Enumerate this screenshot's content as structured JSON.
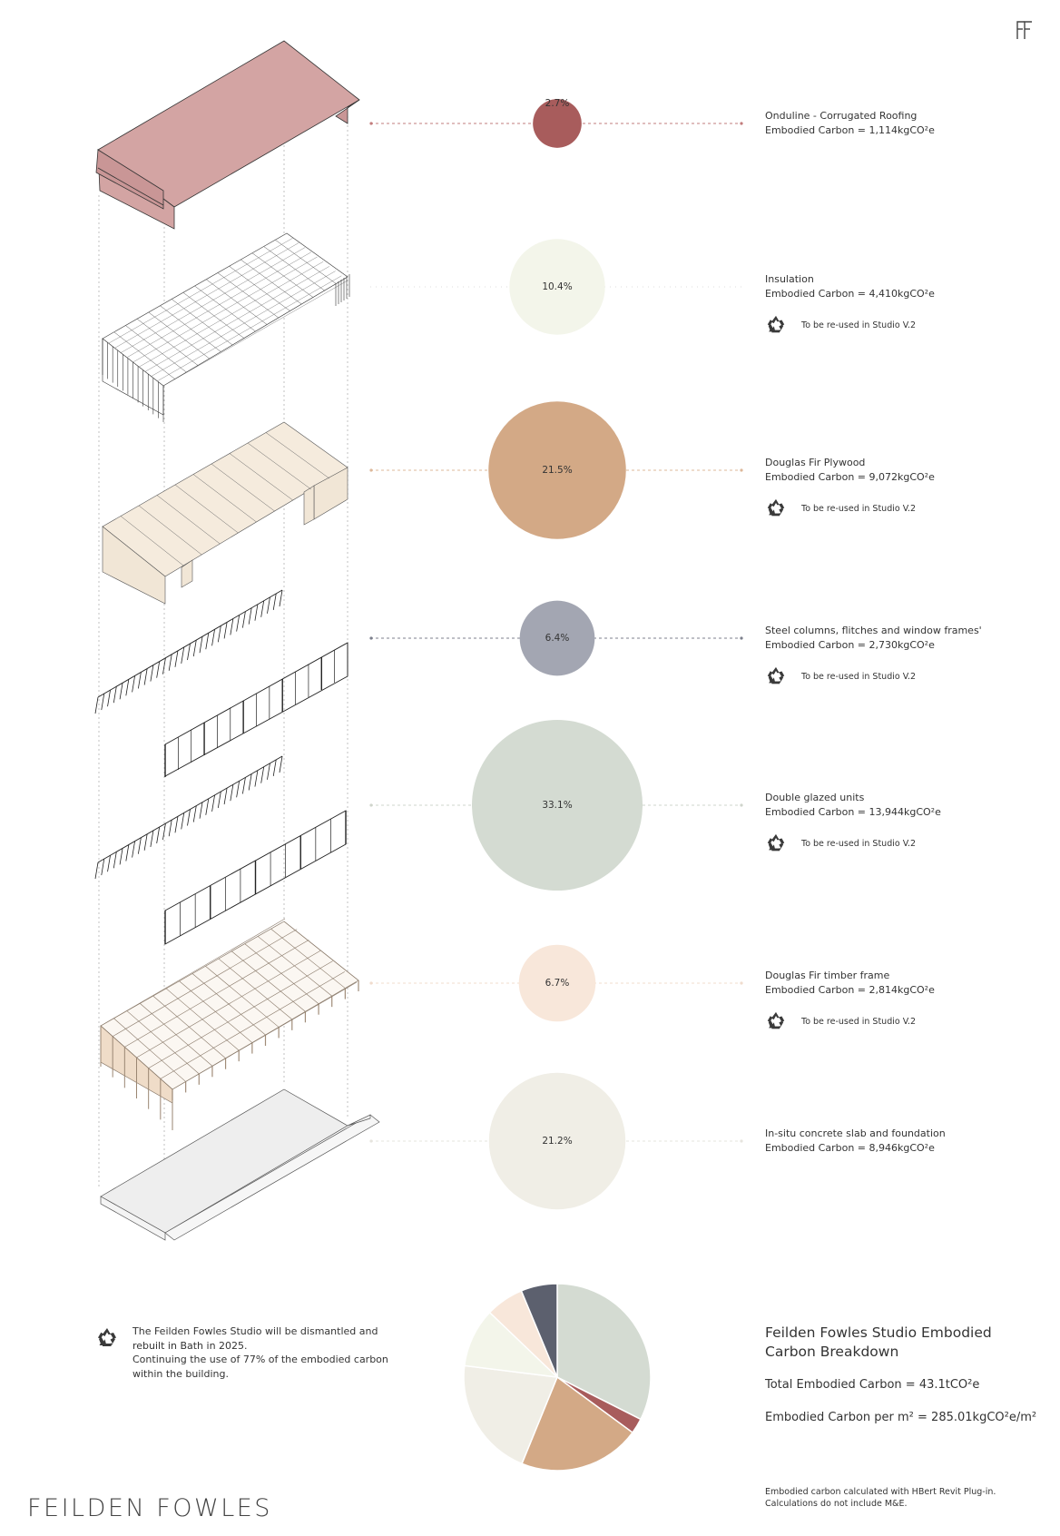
{
  "logo": {
    "icon": "ff-monogram-icon"
  },
  "components": [
    {
      "id": "roofing",
      "pct": "2.7%",
      "value": 2.7,
      "color": "#a85c5c",
      "name": "Onduline - Corrugated Roofing",
      "carbon": "Embodied Carbon = 1,114kgCO²e",
      "reuse": "",
      "dotted": true
    },
    {
      "id": "insulation",
      "pct": "10.4%",
      "value": 10.4,
      "color": "#f3f5ea",
      "name": "Insulation",
      "carbon": "Embodied Carbon = 4,410kgCO²e",
      "reuse": "To be re-used in Studio V.2",
      "dotted": false
    },
    {
      "id": "plywood",
      "pct": "21.5%",
      "value": 21.5,
      "color": "#d3a986",
      "name": "Douglas Fir Plywood",
      "carbon": "Embodied Carbon = 9,072kgCO²e",
      "reuse": "To be re-used in Studio V.2",
      "dotted": true
    },
    {
      "id": "steel",
      "pct": "6.4%",
      "value": 6.4,
      "color": "#a3a6b2",
      "name": "Steel columns, flitches and window frames'",
      "carbon": "Embodied Carbon = 2,730kgCO²e",
      "reuse": "To be re-used in Studio V.2",
      "dotted": true
    },
    {
      "id": "glazing",
      "pct": "33.1%",
      "value": 33.1,
      "color": "#d4dbd2",
      "name": "Double glazed units",
      "carbon": "Embodied Carbon = 13,944kgCO²e",
      "reuse": "To be re-used in Studio V.2",
      "dotted": true
    },
    {
      "id": "timber",
      "pct": "6.7%",
      "value": 6.7,
      "color": "#f8e7da",
      "name": "Douglas Fir timber frame",
      "carbon": "Embodied Carbon = 2,814kgCO²e",
      "reuse": "To be re-used in Studio V.2",
      "dotted": true
    },
    {
      "id": "concrete",
      "pct": "21.2%",
      "value": 21.2,
      "color": "#f0eee6",
      "name": "In-situ concrete slab and foundation",
      "carbon": "Embodied Carbon = 8,946kgCO²e",
      "reuse": "",
      "dotted": true
    }
  ],
  "chart_data": {
    "type": "pie",
    "slices": [
      {
        "label": "Double glazed units",
        "value": 33.1,
        "color": "#d4dbd2"
      },
      {
        "label": "Onduline - Corrugated Roofing",
        "value": 2.7,
        "color": "#a85c5c"
      },
      {
        "label": "Douglas Fir Plywood",
        "value": 21.5,
        "color": "#d3a986"
      },
      {
        "label": "In-situ concrete slab and foundation",
        "value": 21.2,
        "color": "#f0eee6"
      },
      {
        "label": "Insulation",
        "value": 10.4,
        "color": "#f3f5ea"
      },
      {
        "label": "Douglas Fir timber frame",
        "value": 6.7,
        "color": "#f8e7da"
      },
      {
        "label": "Steel columns, flitches and window frames'",
        "value": 6.4,
        "color": "#5c606e"
      }
    ]
  },
  "note": {
    "line1": "The Feilden Fowles Studio will be dismantled and",
    "line2": "rebuilt in Bath in 2025.",
    "line3": "Continuing the use of 77% of the embodied carbon",
    "line4": "within the building."
  },
  "summary": {
    "title_line1": "Feilden Fowles Studio Embodied",
    "title_line2": "Carbon Breakdown",
    "total": "Total Embodied Carbon = 43.1tCO²e",
    "per_m2": "Embodied Carbon per m² = 285.01kgCO²e/m²"
  },
  "footnote": {
    "line1": "Embodied carbon calculated with HBert Revit Plug-in.",
    "line2": "Calculations do not include M&E."
  },
  "brand": "FEILDEN FOWLES",
  "icons": {
    "reuse": "recycle-icon"
  }
}
